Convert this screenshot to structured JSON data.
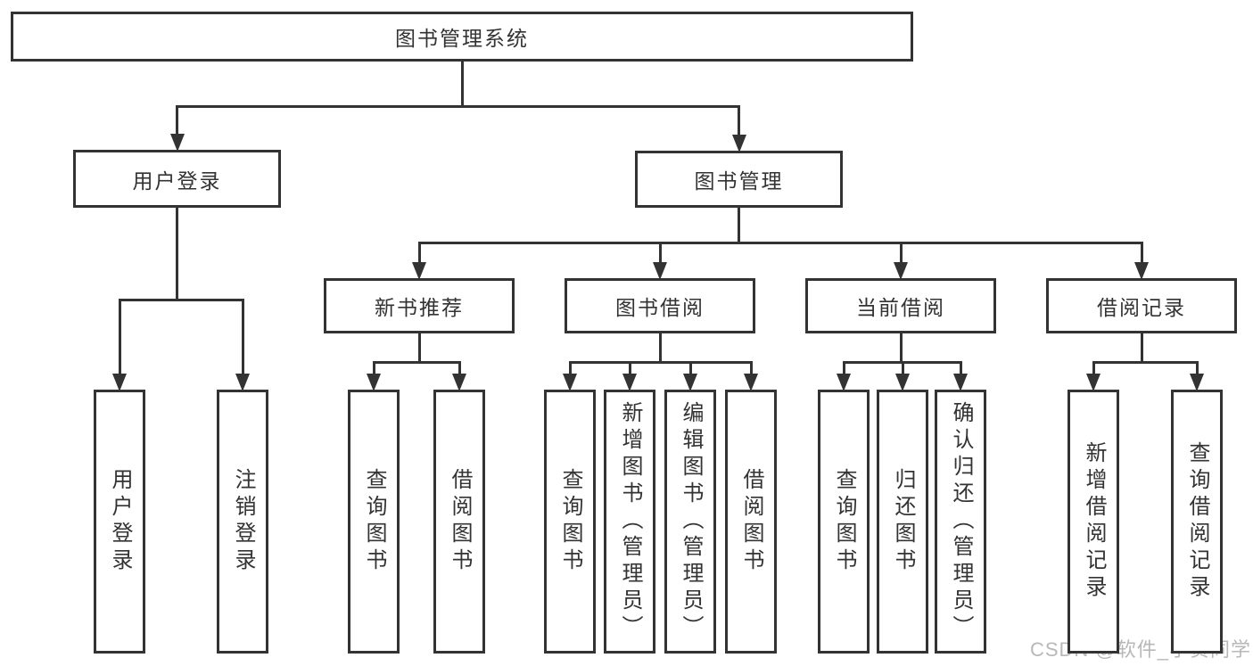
{
  "diagram": {
    "watermark": "CSDN @软件_小贺同学",
    "colors": {
      "line": "#333333",
      "text": "#333333",
      "background": "#ffffff",
      "watermark": "#b8b8b8"
    },
    "tree": {
      "id": "root",
      "label": "图书管理系统",
      "children": [
        {
          "id": "user-login",
          "label": "用户登录",
          "children": [
            {
              "id": "leaf-user-login",
              "label": "用户登录"
            },
            {
              "id": "leaf-logout",
              "label": "注销登录"
            }
          ]
        },
        {
          "id": "book-mgmt",
          "label": "图书管理",
          "children": [
            {
              "id": "new-book-rec",
              "label": "新书推荐",
              "children": [
                {
                  "id": "leaf-query-book-1",
                  "label": "查询图书"
                },
                {
                  "id": "leaf-borrow-book-1",
                  "label": "借阅图书"
                }
              ]
            },
            {
              "id": "book-borrow",
              "label": "图书借阅",
              "children": [
                {
                  "id": "leaf-query-book-2",
                  "label": "查询图书"
                },
                {
                  "id": "leaf-add-book",
                  "label": "新增图书（管理员）"
                },
                {
                  "id": "leaf-edit-book",
                  "label": "编辑图书（管理员）"
                },
                {
                  "id": "leaf-borrow-book-2",
                  "label": "借阅图书"
                }
              ]
            },
            {
              "id": "current-borrow",
              "label": "当前借阅",
              "children": [
                {
                  "id": "leaf-query-book-3",
                  "label": "查询图书"
                },
                {
                  "id": "leaf-return-book",
                  "label": "归还图书"
                },
                {
                  "id": "leaf-confirm-return",
                  "label": "确认归还（管理员）"
                }
              ]
            },
            {
              "id": "borrow-record",
              "label": "借阅记录",
              "children": [
                {
                  "id": "leaf-add-borrow-record",
                  "label": "新增借阅记录"
                },
                {
                  "id": "leaf-query-borrow-record",
                  "label": "查询借阅记录"
                }
              ]
            }
          ]
        }
      ]
    }
  }
}
